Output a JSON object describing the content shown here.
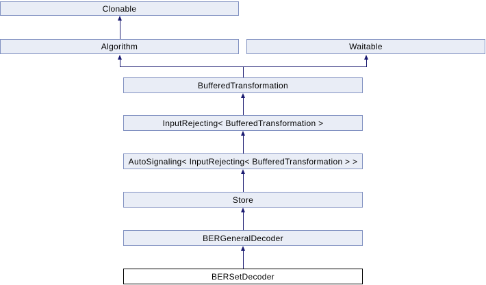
{
  "diagram_type": "class-inheritance-diagram",
  "nodes": {
    "clonable": {
      "label": "Clonable"
    },
    "algorithm": {
      "label": "Algorithm"
    },
    "waitable": {
      "label": "Waitable"
    },
    "buffered_transformation": {
      "label": "BufferedTransformation"
    },
    "input_rejecting": {
      "label": "InputRejecting< BufferedTransformation >"
    },
    "auto_signaling": {
      "label": "AutoSignaling< InputRejecting< BufferedTransformation > >"
    },
    "store": {
      "label": "Store"
    },
    "ber_general_decoder": {
      "label": "BERGeneralDecoder"
    },
    "ber_set_decoder": {
      "label": "BERSetDecoder",
      "highlighted": true
    }
  },
  "edges": [
    {
      "from": "algorithm",
      "to": "clonable"
    },
    {
      "from": "buffered_transformation",
      "to": "algorithm"
    },
    {
      "from": "buffered_transformation",
      "to": "waitable"
    },
    {
      "from": "input_rejecting",
      "to": "buffered_transformation"
    },
    {
      "from": "auto_signaling",
      "to": "input_rejecting"
    },
    {
      "from": "store",
      "to": "auto_signaling"
    },
    {
      "from": "ber_general_decoder",
      "to": "store"
    },
    {
      "from": "ber_set_decoder",
      "to": "ber_general_decoder"
    }
  ],
  "colors": {
    "node_fill": "#e9edf6",
    "node_border": "#8191c1",
    "main_node_fill": "#ffffff",
    "main_node_border": "#000000",
    "arrow": "#191970",
    "text": "#000000",
    "background": "#ffffff"
  }
}
